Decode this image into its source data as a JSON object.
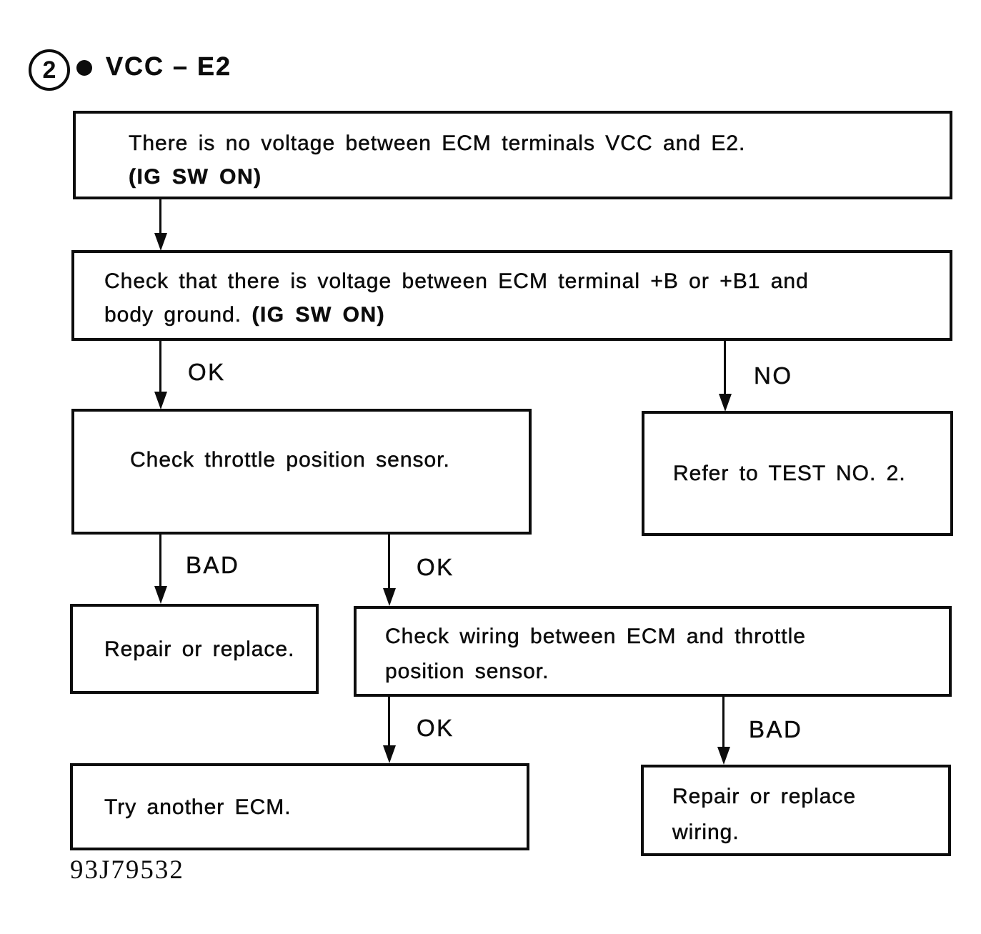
{
  "header": {
    "step_number": "2",
    "title": "VCC – E2"
  },
  "boxes": {
    "problem": {
      "line1": "There is no voltage between ECM terminals VCC and E2.",
      "line2_bold": "(IG SW ON)"
    },
    "check_voltage": {
      "line1": "Check that there is voltage between ECM terminal +B or +B1 and",
      "line2": "body ground.",
      "line2_bold": "(IG SW ON)"
    },
    "check_tps": {
      "text": "Check throttle position sensor."
    },
    "refer_test": {
      "text": "Refer to TEST NO. 2."
    },
    "repair_replace": {
      "text": "Repair or replace."
    },
    "check_wiring": {
      "line1": "Check wiring between ECM and throttle",
      "line2": "position sensor."
    },
    "try_ecm": {
      "text": "Try another ECM."
    },
    "repair_wiring": {
      "line1": "Repair or replace",
      "line2": "wiring."
    }
  },
  "labels": {
    "ok_voltage": "OK",
    "no_voltage": "NO",
    "bad_tps": "BAD",
    "ok_tps": "OK",
    "ok_wiring": "OK",
    "bad_wiring": "BAD"
  },
  "footer": {
    "code": "93J79532"
  }
}
